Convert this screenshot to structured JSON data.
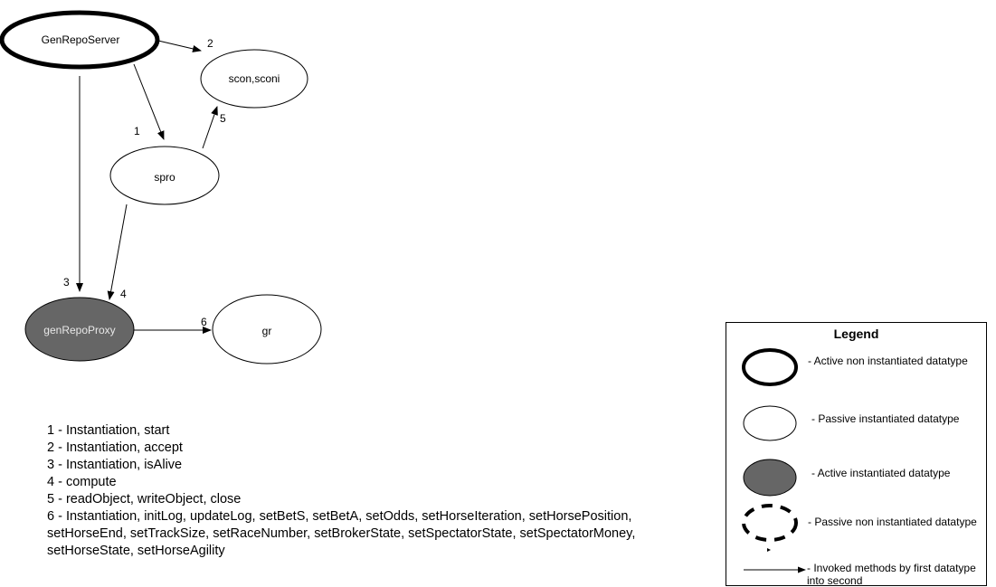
{
  "nodes": {
    "genreposerver": "GenRepoServer",
    "scon": "scon,sconi",
    "spro": "spro",
    "genrepoproxy": "genRepoProxy",
    "gr": "gr"
  },
  "edges": {
    "e1": "1",
    "e2": "2",
    "e3": "3",
    "e4": "4",
    "e5": "5",
    "e6": "6"
  },
  "notes": [
    "1 - Instantiation, start",
    "2 - Instantiation, accept",
    "3 - Instantiation, isAlive",
    "4 - compute",
    "5 - readObject, writeObject, close",
    "6 - Instantiation, initLog, updateLog, setBetS, setBetA, setOdds, setHorseIteration, setHorsePosition, setHorseEnd, setTrackSize, setRaceNumber, setBrokerState, setSpectatorState, setSpectatorMoney, setHorseState, setHorseAgility"
  ],
  "legend": {
    "title": "Legend",
    "active_non_instantiated": "- Active non instantiated datatype",
    "passive_instantiated": "- Passive instantiated datatype",
    "active_instantiated": "- Active  instantiated datatype",
    "passive_non_instantiated": "- Passive non instantiated datatype",
    "invoked_methods": "- Invoked methods by first datatype into second"
  },
  "colors": {
    "active_instantiated_fill": "#666666",
    "active_instantiated_text": "#e8e8e8",
    "stroke": "#000000"
  }
}
